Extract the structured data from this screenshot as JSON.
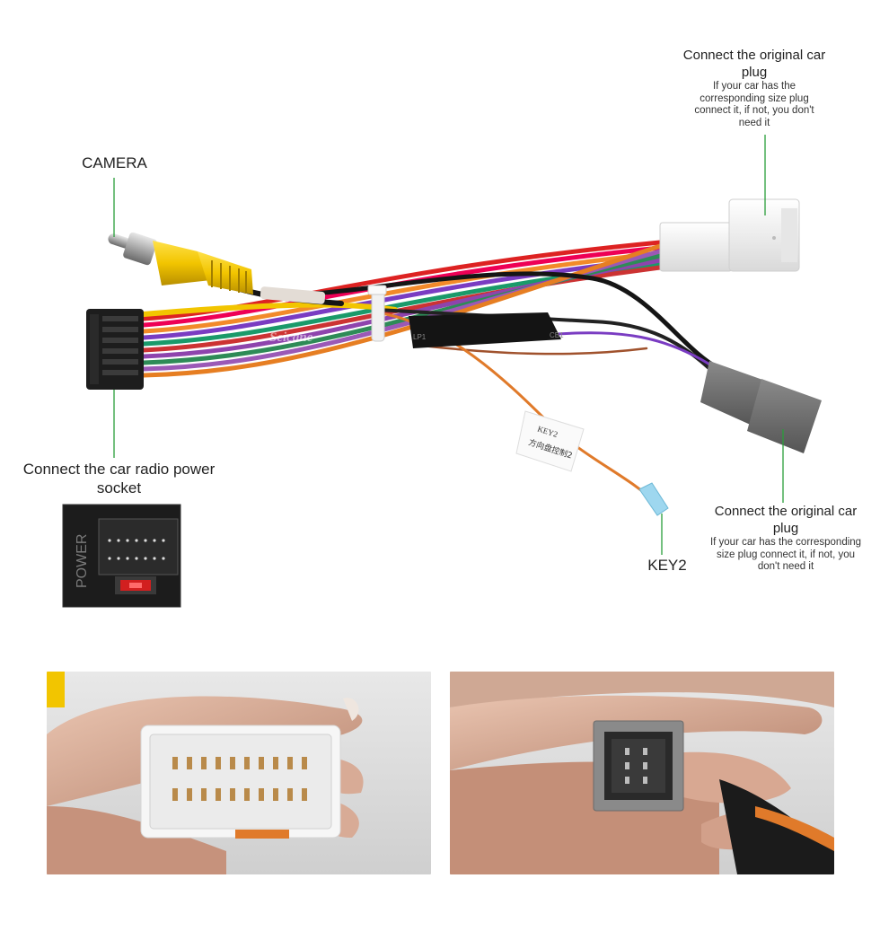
{
  "labels": {
    "camera": "CAMERA",
    "radio_power": "Connect the car radio power socket",
    "plug_top": {
      "title": "Connect the original car plug",
      "note": "If your car has the corresponding size plug connect it, if not, you don't need it"
    },
    "plug_bottom": {
      "title": "Connect the original car plug",
      "note": "If your car has the corresponding size plug connect it, if not, you don't need it"
    },
    "key2": "KEY2"
  },
  "device_marks": {
    "power_socket_text": "POWER",
    "tag_key2": "KEY2",
    "tag_key2_cn": "方向盘控制2",
    "brand_watermark": "Seicane",
    "cable_marks": [
      "LP1",
      "CB1"
    ]
  },
  "colors": {
    "pointer_line": "#2a9d3a",
    "rca_yellow": "#f2c500",
    "plug_white": "#f4f4f4",
    "plug_grey": "#6e6e6e",
    "wire_orange": "#e07a2a"
  }
}
